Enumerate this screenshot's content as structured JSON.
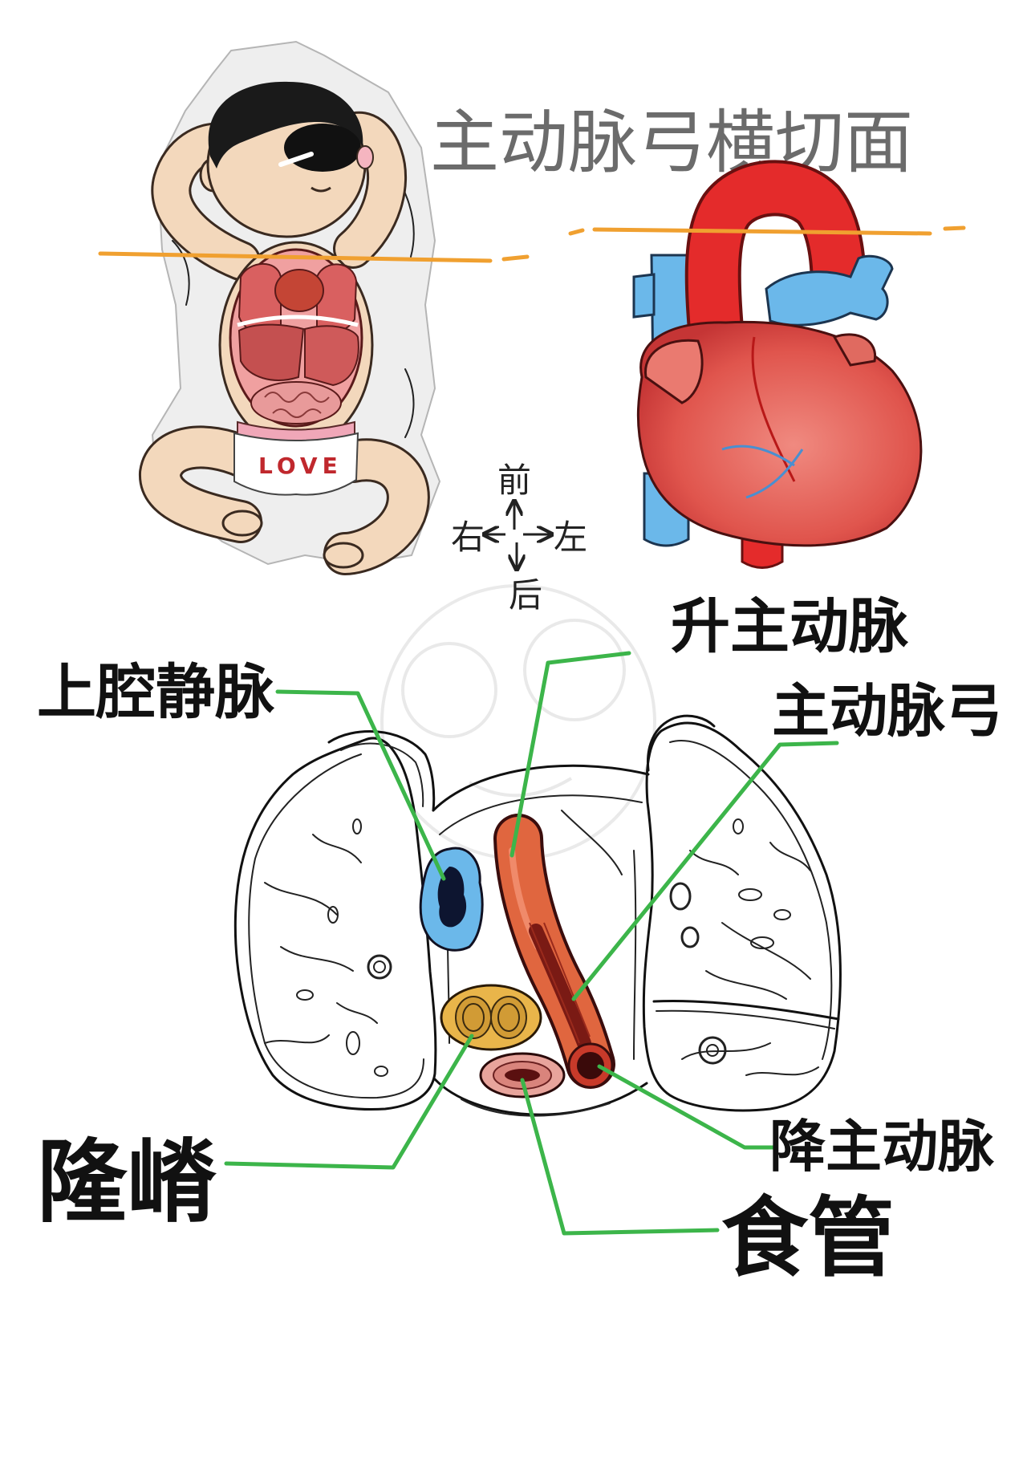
{
  "title": "主动脉弓横切面",
  "baby": {
    "diaper_text": "LOVE"
  },
  "orientation": {
    "anterior": "前",
    "posterior": "后",
    "left": "左",
    "right": "右"
  },
  "labels": {
    "ascending_aorta": "升主动脉",
    "superior_vena_cava": "上腔静脉",
    "aortic_arch": "主动脉弓",
    "carina": "隆嵴",
    "descending_aorta": "降主动脉",
    "esophagus": "食管"
  },
  "colors": {
    "section_line": "#f0a030",
    "leader_line": "#3cb54a",
    "vein_blue": "#6bb8ea",
    "artery_red": "#e42b2b",
    "trachea_yellow": "#e9b54a",
    "esophagus_pink": "#e8a49c",
    "title_gray": "#6b6b6b"
  }
}
